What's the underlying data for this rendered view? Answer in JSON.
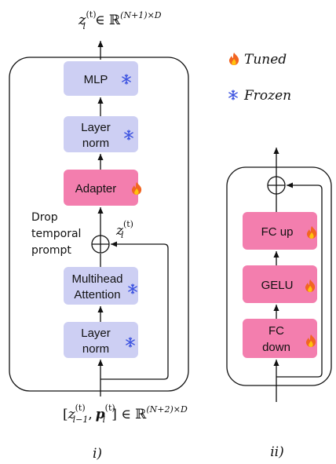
{
  "diagram_i": {
    "output_label": "z_l^{(t)} ∈ ℝ^{(N+1)×D}",
    "input_label": "[z_{l−1}^{(t)}, p_l^{(t)}] ∈ ℝ^{(N+2)×D}",
    "caption": "i)",
    "side_note": [
      "Drop",
      "temporal",
      "prompt"
    ],
    "mid_label": "z_l^{(t)}",
    "blocks": [
      {
        "label": "MLP",
        "status": "frozen"
      },
      {
        "label_lines": [
          "Layer",
          "norm"
        ],
        "status": "frozen"
      },
      {
        "label": "Adapter",
        "status": "tuned"
      },
      {
        "label_lines": [
          "Multihead",
          "Attention"
        ],
        "status": "frozen"
      },
      {
        "label_lines": [
          "Layer",
          "norm"
        ],
        "status": "frozen"
      }
    ]
  },
  "diagram_ii": {
    "caption": "ii)",
    "blocks": [
      {
        "label": "FC up",
        "status": "tuned"
      },
      {
        "label": "GELU",
        "status": "tuned"
      },
      {
        "label_lines": [
          "FC",
          "down"
        ],
        "status": "tuned"
      }
    ]
  },
  "legend": {
    "tuned_label": "Tuned",
    "frozen_label": "Frozen",
    "tuned_icon": "fire-icon",
    "frozen_icon": "snowflake-icon"
  },
  "colors": {
    "frozen_fill": "#cdcff3",
    "tuned_fill": "#f37eae",
    "snowflake": "#3b52e0",
    "flame_outer": "#f26522",
    "flame_inner": "#ffc20e"
  }
}
